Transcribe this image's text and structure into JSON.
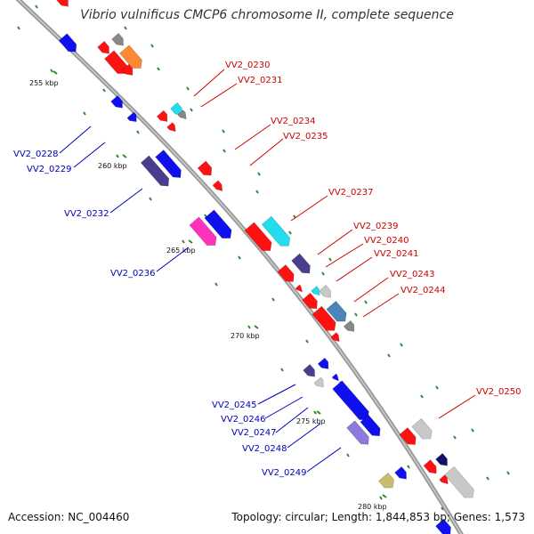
{
  "title": "Vibrio vulnificus CMCP6 chromosome II, complete sequence",
  "footer": {
    "accession": "Accession: NC_004460",
    "summary": "Topology: circular; Length: 1,844,853 bp; Genes: 1,573"
  },
  "colors": {
    "forward_label": "#cc0000",
    "reverse_label": "#0000bb",
    "backbone": "#999999",
    "tick": "#2a8a2a"
  },
  "kbp_marks": [
    "255 kbp",
    "260 kbp",
    "265 kbp",
    "270 kbp",
    "275 kbp",
    "280 kbp"
  ],
  "forward_labels": [
    "VV2_0230",
    "VV2_0231",
    "VV2_0234",
    "VV2_0235",
    "VV2_0237",
    "VV2_0239",
    "VV2_0240",
    "VV2_0241",
    "VV2_0243",
    "VV2_0244",
    "VV2_0250"
  ],
  "reverse_labels": [
    "VV2_0228",
    "VV2_0229",
    "VV2_0232",
    "VV2_0236",
    "VV2_0245",
    "VV2_0246",
    "VV2_0247",
    "VV2_0248",
    "VV2_0249"
  ]
}
